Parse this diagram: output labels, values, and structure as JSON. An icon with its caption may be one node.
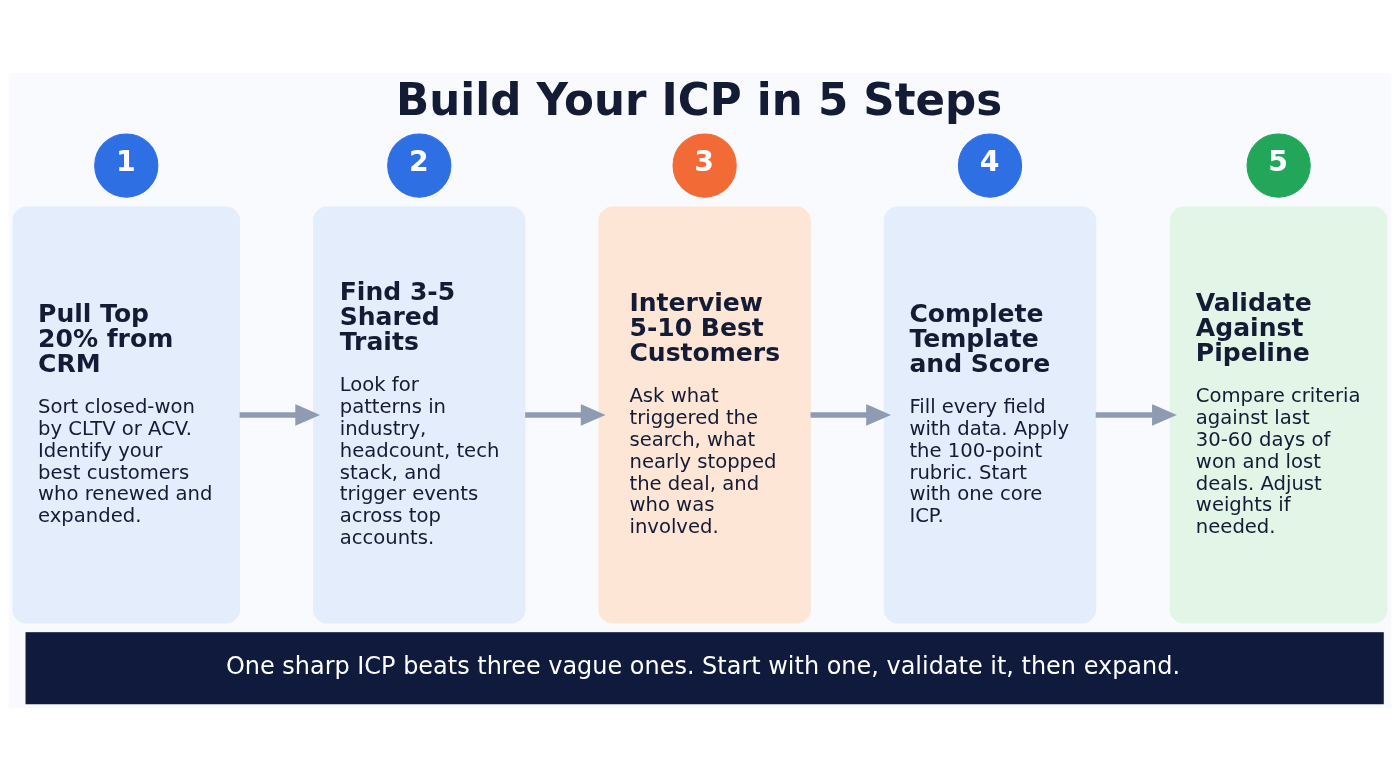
{
  "diagram": {
    "title": "Build Your ICP in 5 Steps",
    "nodes": [
      {
        "text": [
          "1"
        ]
      },
      {
        "text": [
          "Pull Top 20% from CRM",
          "Sort closed-won by CLTV or ACV. Identify your best customers who renewed and expanded."
        ]
      },
      {
        "text": [
          "2"
        ]
      },
      {
        "text": [
          "Find 3-5 Shared Traits",
          "Look for patterns in industry, headcount, tech stack, and trigger events across top accounts."
        ]
      },
      {
        "text": [
          "3"
        ]
      },
      {
        "text": [
          "Interview 5-10 Best Customers",
          "Ask what triggered the search, what nearly stopped the deal, and who was involved."
        ]
      },
      {
        "text": [
          "4"
        ]
      },
      {
        "text": [
          "Complete Template and Score",
          "Fill every field with data. Apply the 100-point rubric. Start with one core ICP."
        ]
      },
      {
        "text": [
          "5"
        ]
      },
      {
        "text": [
          "Validate Against Pipeline",
          "Compare criteria against last 30-60 days of won and lost deals. Adjust weights if needed."
        ]
      },
      {
        "text": [
          "One sharp ICP beats three vague ones. Start with one, validate it, then expand."
        ]
      }
    ],
    "edges": [
      {
        "from": 1,
        "to": 3,
        "arrow": "to"
      },
      {
        "from": 3,
        "to": 5,
        "arrow": "to"
      },
      {
        "from": 5,
        "to": 7,
        "arrow": "to"
      },
      {
        "from": 7,
        "to": 9,
        "arrow": "to"
      }
    ]
  }
}
